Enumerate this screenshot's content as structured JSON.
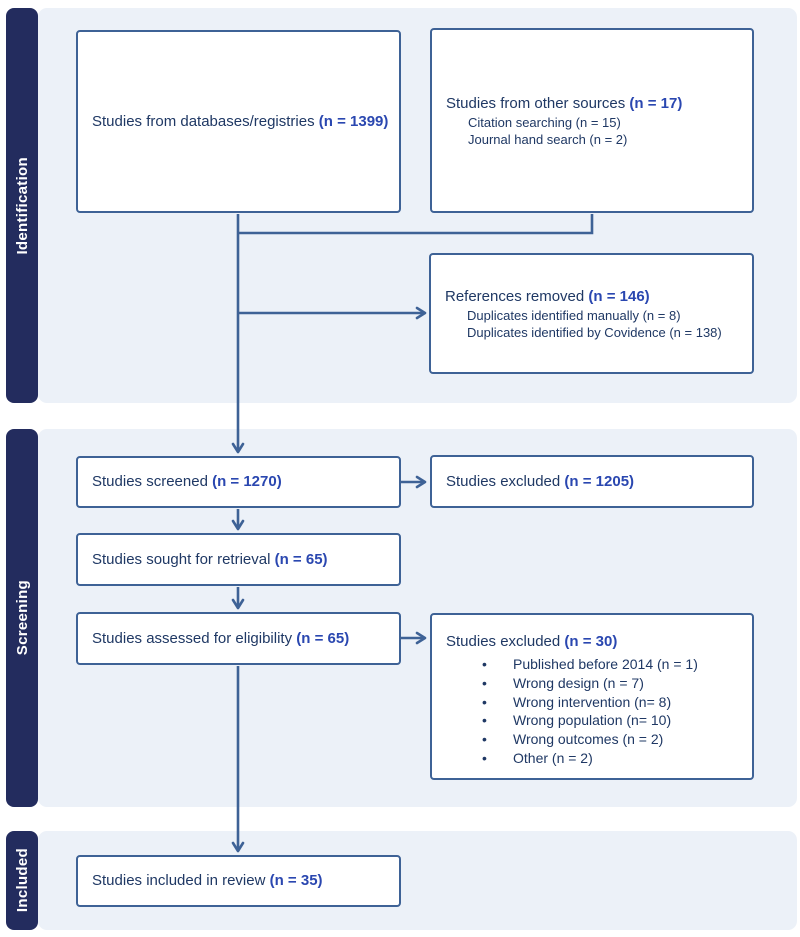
{
  "colors": {
    "panel_bg": "#ECF1F8",
    "sidebar_bg": "#232C5E",
    "box_border": "#3E6296",
    "connector": "#3E6296",
    "text": "#1F3864",
    "accent_bold": "#2A47B0",
    "box_bg": "#FFFFFF"
  },
  "sections": {
    "identification": {
      "label": "Identification"
    },
    "screening": {
      "label": "Screening"
    },
    "included": {
      "label": "Included"
    }
  },
  "boxes": {
    "databases": {
      "label": "Studies from databases/registries",
      "n": "(n = 1399)"
    },
    "other_sources": {
      "label": "Studies from other sources",
      "n": "(n = 17)",
      "sublines": [
        "Citation searching (n = 15)",
        "Journal hand search (n = 2)"
      ]
    },
    "references_removed": {
      "label": "References removed",
      "n": "(n = 146)",
      "sublines": [
        "Duplicates identified manually (n = 8)",
        "Duplicates identified by Covidence (n = 138)"
      ]
    },
    "screened": {
      "label": "Studies screened",
      "n": "(n = 1270)"
    },
    "excluded_screening": {
      "label": "Studies excluded",
      "n": "(n = 1205)"
    },
    "sought": {
      "label": "Studies sought for retrieval",
      "n": "(n = 65)"
    },
    "assessed": {
      "label": "Studies assessed for eligibility",
      "n": "(n = 65)"
    },
    "excluded_eligibility": {
      "label": "Studies excluded",
      "n": "(n = 30)",
      "items": [
        "Published before 2014 (n = 1)",
        "Wrong design (n = 7)",
        "Wrong intervention (n= 8)",
        "Wrong population (n= 10)",
        "Wrong outcomes (n = 2)",
        "Other (n = 2)"
      ]
    },
    "included_review": {
      "label": "Studies included in review",
      "n": "(n = 35)"
    }
  }
}
